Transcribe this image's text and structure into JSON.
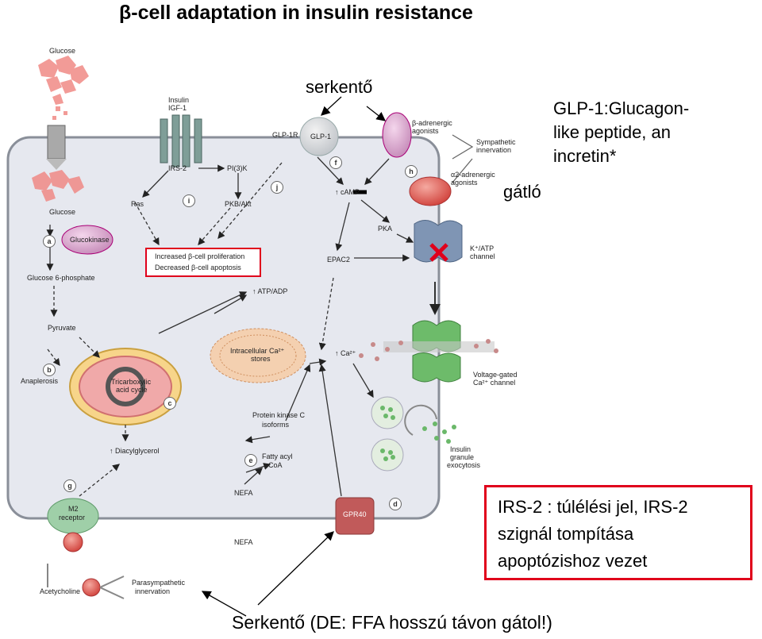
{
  "title": "β-cell adaptation in insulin resistance",
  "annotations": {
    "serkento": "serkentő",
    "glp1_line1": "GLP-1:Glucagon-",
    "glp1_line2": "like peptide, an",
    "glp1_line3": "incretin*",
    "gatlo": "gátló",
    "bottom": "Serkentő (DE: FFA hosszú távon gátol!)"
  },
  "info_box": {
    "line1": "IRS-2 : túlélési jel, IRS-2",
    "line2": "szignál tompítása",
    "line3": "apoptózishoz vezet"
  },
  "highlight_box": {
    "line1": "Increased β-cell proliferation",
    "line2": "Decreased β-cell apoptosis"
  },
  "labels": {
    "glucose_top": "Glucose",
    "glucose": "Glucose",
    "insulin": "Insulin",
    "igf1": "IGF-1",
    "irs2": "IRS-2",
    "pi3k": "PI(3)K",
    "ras": "Ras",
    "pkb": "PKB/Akt",
    "glp1r": "GLP-1R",
    "glp1": "GLP-1",
    "badr1": "β-adrenergic",
    "badr2": "agonists",
    "symp1": "Sympathetic",
    "symp2": "innervation",
    "a2adr1": "α2-adrenergic",
    "a2adr2": "agonists",
    "camp": "↑ cAMP",
    "pka": "PKA",
    "epac2": "EPAC2",
    "katp1": "K⁺/ATP",
    "katp2": "channel",
    "glucokinase": "Glucokinase",
    "g6p": "Glucose 6-phosphate",
    "atpadp": "↑ ATP/ADP",
    "pyruvate": "Pyruvate",
    "anaplerosis": "Anaplerosis",
    "tca1": "Tricarboxylic",
    "tca2": "acid cycle",
    "ca_stores1": "Intracellular Ca²⁺",
    "ca_stores2": "stores",
    "ca": "↑ Ca²⁺",
    "vgcc1": "Voltage-gated",
    "vgcc2": "Ca²⁺ channel",
    "pkc1": "Protein kinase C",
    "pkc2": "isoforms",
    "dag": "↑ Diacylglycerol",
    "fattyacyl1": "Fatty acyl",
    "fattyacyl2": "CoA",
    "nefa1": "NEFA",
    "nefa2": "NEFA",
    "exo1": "Insulin",
    "exo2": "granule",
    "exo3": "exocytosis",
    "gpr40": "GPR40",
    "m2_1": "M2",
    "m2_2": "receptor",
    "acetylcholine": "Acetycholine",
    "para1": "Parasympathetic",
    "para2": "innervation"
  },
  "step_letters": [
    "a",
    "b",
    "c",
    "d",
    "e",
    "f",
    "g",
    "h",
    "i",
    "j"
  ],
  "colors": {
    "red": "#e0001b",
    "cell_fill": "#e6e8ef",
    "cell_border": "#8a8f99"
  }
}
